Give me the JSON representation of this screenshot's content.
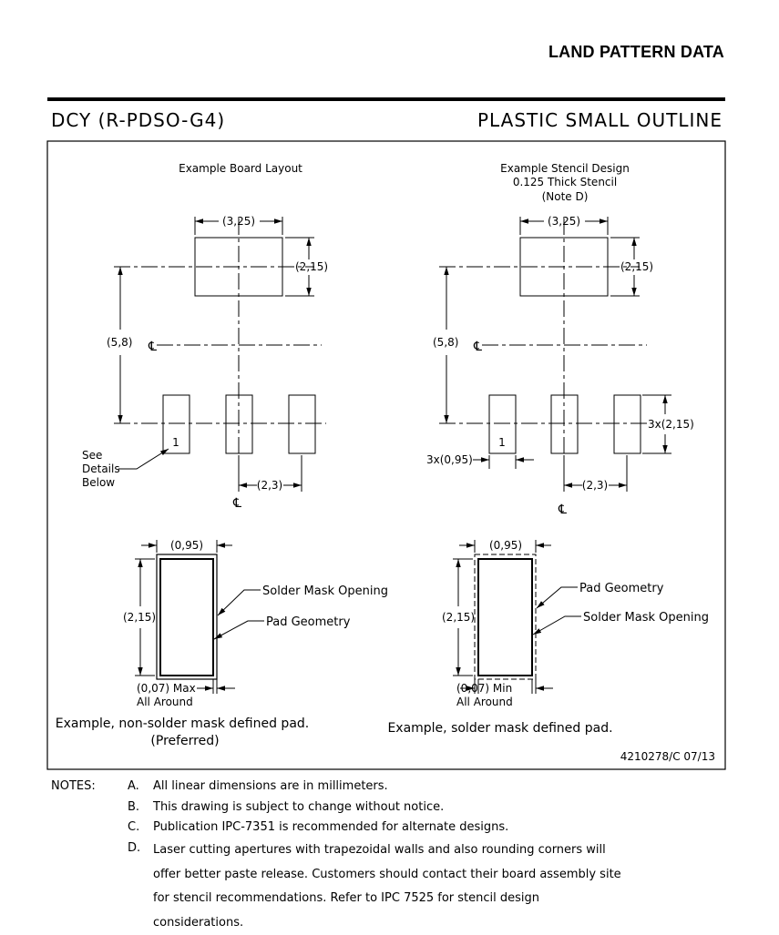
{
  "header": {
    "title": "LAND PATTERN DATA",
    "package_code": "DCY (R-PDSO-G4)",
    "package_name": "PLASTIC SMALL OUTLINE"
  },
  "board_layout": {
    "title": "Example Board Layout",
    "dim_pad_width": "(3,25)",
    "dim_pad_height": "(2,15)",
    "dim_pitch_vertical": "(5,8)",
    "dim_pitch": "(2,3)",
    "pin1_label": "1",
    "see_details": [
      "See",
      "Details",
      "Below"
    ]
  },
  "stencil_design": {
    "title_lines": [
      "Example Stencil Design",
      "0.125 Thick Stencil",
      "(Note D)"
    ],
    "dim_pad_width": "(3,25)",
    "dim_pad_height": "(2,15)",
    "dim_pitch_vertical": "(5,8)",
    "dim_lead_height": "3x(2,15)",
    "dim_lead_width": "3x(0,95)",
    "dim_pitch": "(2,3)",
    "pin1_label": "1"
  },
  "detail_nsmd": {
    "dim_width": "(0,95)",
    "dim_height": "(2,15)",
    "label_mask": "Solder Mask Opening",
    "label_pad": "Pad Geometry",
    "clearance_lines": [
      "(0,07) Max",
      "All Around"
    ],
    "caption_lines": [
      "Example, non-solder mask defined pad.",
      "(Preferred)"
    ]
  },
  "detail_smd": {
    "dim_width": "(0,95)",
    "dim_height": "(2,15)",
    "label_pad": "Pad Geometry",
    "label_mask": "Solder Mask Opening",
    "clearance_lines": [
      "(0,07) Min",
      "All Around"
    ],
    "caption": "Example, solder mask defined pad."
  },
  "doc_number": "4210278/C  07/13",
  "notes": {
    "heading": "NOTES:",
    "items": [
      {
        "letter": "A.",
        "text": "All linear dimensions are in millimeters."
      },
      {
        "letter": "B.",
        "text": "This drawing is subject to change without notice."
      },
      {
        "letter": "C.",
        "text": "Publication IPC-7351 is recommended for alternate designs."
      },
      {
        "letter": "D.",
        "text": "Laser cutting apertures with trapezoidal walls and also rounding corners will offer better paste release. Customers should contact their board assembly site for stencil recommendations. Refer to IPC 7525 for stencil design considerations."
      }
    ]
  }
}
